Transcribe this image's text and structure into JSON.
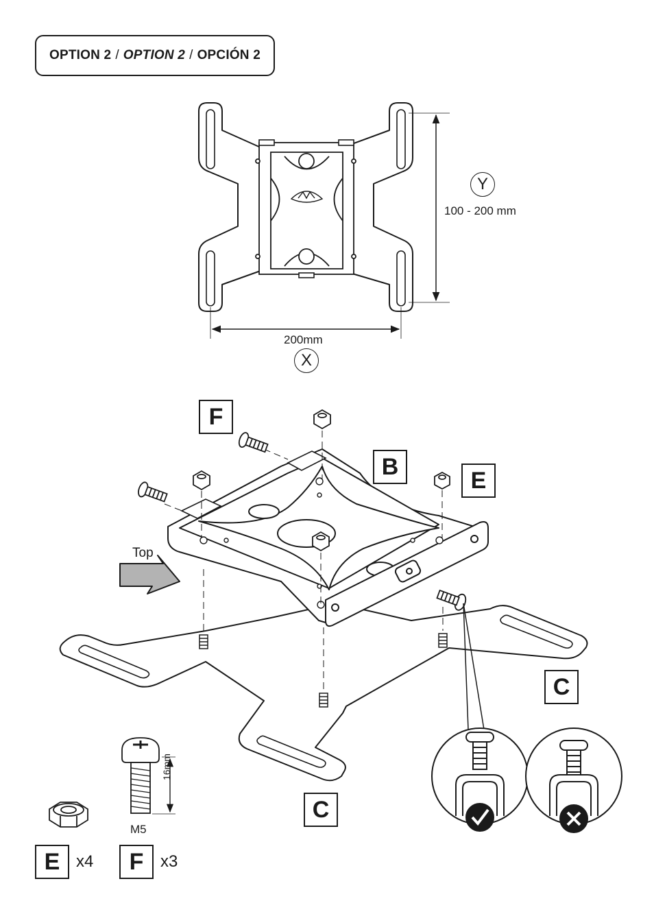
{
  "header": {
    "option_en": "OPTION 2",
    "separator": "/",
    "option_fr": "OPTION 2",
    "option_es": "OPCIÓN 2"
  },
  "dimensions": {
    "y_letter": "Y",
    "y_range": "100 - 200 mm",
    "x_value": "200mm",
    "x_letter": "X"
  },
  "parts": {
    "f_label": "F",
    "b_label": "B",
    "e_label": "E",
    "c_label_right": "C",
    "c_label_bottom": "C"
  },
  "direction": {
    "top_label": "Top"
  },
  "hardware": {
    "screw_length": "16mm",
    "screw_thread": "M5",
    "nut_letter": "E",
    "nut_qty": "x4",
    "screw_letter": "F",
    "screw_qty": "x3"
  },
  "colors": {
    "line": "#1a1a1a",
    "fill": "#ffffff",
    "shade": "#d9d9d9",
    "arrow_fill": "#b3b3b3"
  }
}
